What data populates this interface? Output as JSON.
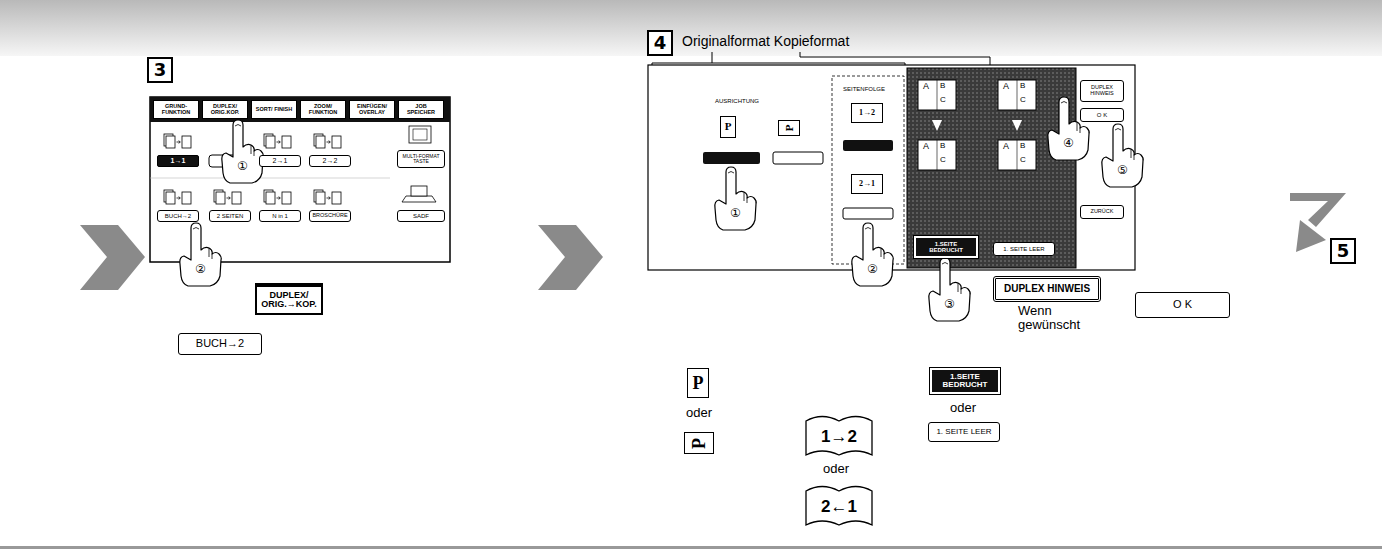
{
  "diagram": {
    "nodes": [
      {
        "text": [
          "3"
        ]
      },
      {
        "text": [
          "GRUND- FUNKTION"
        ]
      },
      {
        "text": [
          "DUPLEX/ ORIG.KOP."
        ]
      },
      {
        "text": [
          "SORT/ FINISH"
        ]
      },
      {
        "text": [
          "ZOOM/ FUNKTION"
        ]
      },
      {
        "text": [
          "EINFÜGEN/ OVERLAY"
        ]
      },
      {
        "text": [
          "JOB SPEICHER"
        ]
      },
      {
        "text": [
          "1→1"
        ]
      },
      {
        "text": [
          "2→1"
        ]
      },
      {
        "text": [
          "2→2"
        ]
      },
      {
        "text": [
          "MULTI-FORMAT TASTE"
        ]
      },
      {
        "text": [
          "BUCH→2"
        ]
      },
      {
        "text": [
          "2 SEITEN"
        ]
      },
      {
        "text": [
          "N in 1"
        ]
      },
      {
        "text": [
          "BROSCHÜRE"
        ]
      },
      {
        "text": [
          "SADF"
        ]
      },
      {
        "text": [
          "DUPLEX/ ORIG.→KOP."
        ]
      },
      {
        "text": [
          "BUCH→2"
        ]
      },
      {
        "text": [
          "4"
        ]
      },
      {
        "text": [
          "P"
        ]
      },
      {
        "text": [
          "P"
        ]
      },
      {
        "text": [
          "1→2"
        ]
      },
      {
        "text": [
          "2→1"
        ]
      },
      {
        "text": [
          "1.SEITE BEDRUCHT"
        ]
      },
      {
        "text": [
          "1. SEITE LEER"
        ]
      },
      {
        "text": [
          "DUPLEX HINWEIS"
        ]
      },
      {
        "text": [
          "O K"
        ]
      },
      {
        "text": [
          "ZURÜCK"
        ]
      },
      {
        "text": [
          "DUPLEX HINWEIS"
        ]
      },
      {
        "text": [
          "O K"
        ]
      },
      {
        "text": [
          "P"
        ]
      },
      {
        "text": [
          "P"
        ]
      },
      {
        "text": [
          "1→2"
        ]
      },
      {
        "text": [
          "2←1"
        ]
      },
      {
        "text": [
          "1.SEITE BEDRUCHT"
        ]
      },
      {
        "text": [
          "1. SEITE LEER"
        ]
      },
      {
        "text": [
          "5"
        ]
      }
    ],
    "labels": [
      "①",
      "②",
      "Originalformat Kopieformat",
      "AUSRICHTUNG",
      "SEITENFOLGE",
      "A",
      "B",
      "C",
      "A",
      "B",
      "C",
      "A",
      "B",
      "C",
      "A",
      "B",
      "C",
      "①",
      "②",
      "③",
      "④",
      "⑤",
      "oder",
      "oder",
      "Wenn gewünscht",
      "oder"
    ]
  }
}
